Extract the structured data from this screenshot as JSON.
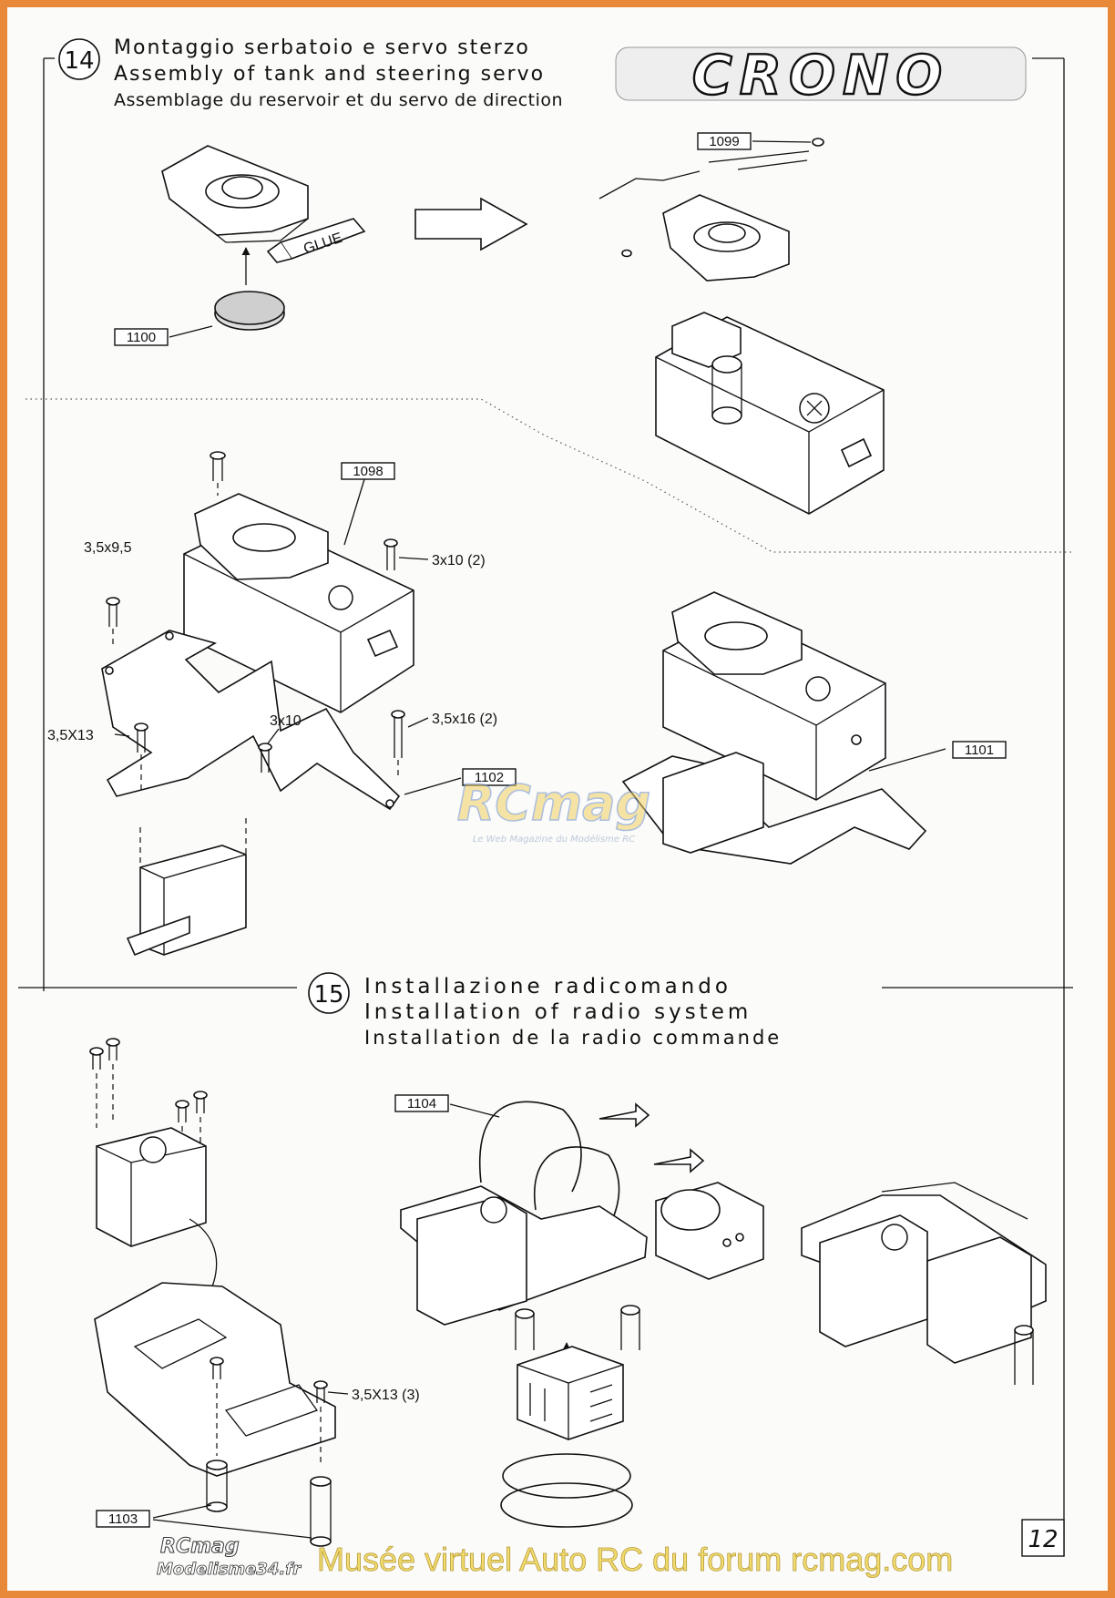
{
  "brand": {
    "logo_text": "CRONO"
  },
  "step14": {
    "number": "14",
    "title_it": "Montaggio serbatoio e servo sterzo",
    "title_en": "Assembly of tank and steering servo",
    "title_fr": "Assemblage du reservoir et du servo de direction"
  },
  "step15": {
    "number": "15",
    "title_it": "Installazione radicomando",
    "title_en": "Installation of radio system",
    "title_fr": "Installation de la radio commande"
  },
  "labels": {
    "glue": "GLUE",
    "p1099": "1099",
    "p1100": "1100",
    "p1098": "1098",
    "p1101": "1101",
    "p1102": "1102",
    "p1103": "1103",
    "p1104": "1104",
    "s1": "3,5x9,5",
    "s2": "3x10 (2)",
    "s3": "3,5X13",
    "s4": "3x10",
    "s5": "3,5x16 (2)",
    "s6": "3,5X13 (3)"
  },
  "page_number": "12",
  "watermark": {
    "main": "RCmag",
    "sub": "Le Web Magazine du Modélisme RC",
    "footer_logo_top": "RCmag",
    "footer_logo_bottom": "Modelisme34.fr",
    "footer_text": "Musée virtuel Auto RC du forum rcmag.com"
  }
}
